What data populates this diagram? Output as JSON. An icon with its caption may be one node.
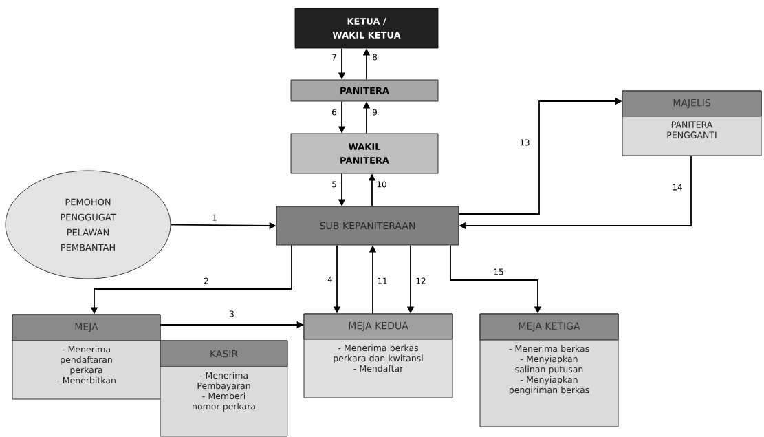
{
  "diagram": {
    "nodes": [
      {
        "text": [
          "KETUA / WAKIL KETUA"
        ]
      },
      {
        "text": [
          "PANITERA"
        ]
      },
      {
        "text": [
          "WAKIL PANITERA"
        ]
      },
      {
        "text": [
          "PEMOHON PENGGUGAT PELAWAN PEMBANTAH"
        ]
      },
      {
        "text": [
          "SUB KEPANITERAAN"
        ]
      },
      {
        "text": [
          "MAJELIS",
          "PANITERA PENGGANTI"
        ]
      },
      {
        "text": [
          "MEJA",
          "- Menerima pendaftaran perkara",
          "- Menerbitkan"
        ]
      },
      {
        "text": [
          "KASIR",
          "- Menerima Pembayaran",
          "- Memberi nomor perkara"
        ]
      },
      {
        "text": [
          "MEJA KEDUA",
          "- Menerima berkas perkara dan kwitansi",
          "- Mendaftar"
        ]
      },
      {
        "text": [
          "MEJA KETIGA",
          "- Menerima berkas",
          "- Menyiapkan salinan putusan",
          "- Menyiapkan pengiriman berkas"
        ]
      }
    ],
    "edges": [
      {
        "from": 3,
        "to": 4,
        "arrow": "to",
        "label": "1"
      },
      {
        "from": 4,
        "to": 6,
        "arrow": "to",
        "label": "2"
      },
      {
        "from": 6,
        "to": 8,
        "arrow": "to",
        "label": "3"
      },
      {
        "from": 4,
        "to": 8,
        "arrow": "to",
        "label": "4"
      },
      {
        "from": 2,
        "to": 4,
        "arrow": "to",
        "label": "5"
      },
      {
        "from": 1,
        "to": 2,
        "arrow": "to",
        "label": "6"
      },
      {
        "from": 0,
        "to": 1,
        "arrow": "to",
        "label": "7"
      },
      {
        "from": 1,
        "to": 0,
        "arrow": "to",
        "label": "8"
      },
      {
        "from": 2,
        "to": 1,
        "arrow": "to",
        "label": "9"
      },
      {
        "from": 4,
        "to": 2,
        "arrow": "to",
        "label": "10"
      },
      {
        "from": 8,
        "to": 4,
        "arrow": "to",
        "label": "11"
      },
      {
        "from": 4,
        "to": 8,
        "arrow": "to",
        "label": "12"
      },
      {
        "from": 4,
        "to": 5,
        "arrow": "to",
        "label": "13"
      },
      {
        "from": 5,
        "to": 4,
        "arrow": "to",
        "label": "14"
      },
      {
        "from": 4,
        "to": 9,
        "arrow": "to",
        "label": "15"
      }
    ]
  }
}
